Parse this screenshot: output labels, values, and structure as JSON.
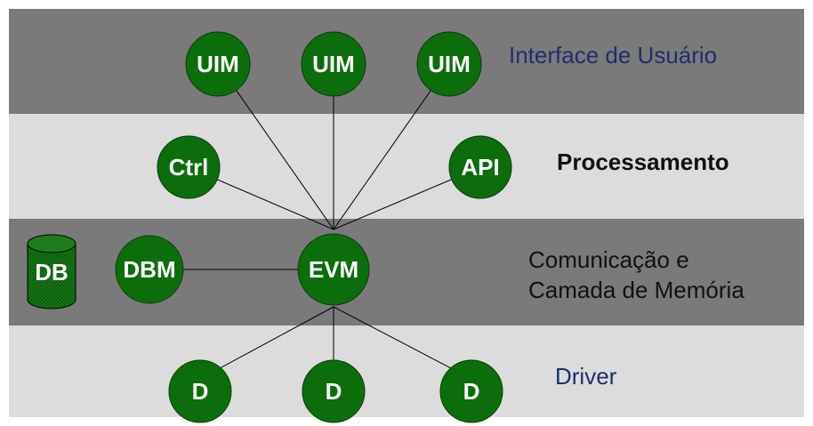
{
  "colors": {
    "band_dark": "#7a7a7a",
    "band_light": "#dcdcdc",
    "node_fill": "#0b6e0b",
    "node_text": "#ffffff",
    "label_dark": "#111111",
    "label_blue": "#1f2f6b"
  },
  "layers": {
    "interface": "Interface de Usuário",
    "processing": "Processamento",
    "communication_line1": "Comunicação e",
    "communication_line2": "Camada de Memória",
    "driver": "Driver"
  },
  "nodes": {
    "uim_left": "UIM",
    "uim_center": "UIM",
    "uim_right": "UIM",
    "ctrl": "Ctrl",
    "api": "API",
    "dbm": "DBM",
    "evm": "EVM",
    "db": "DB",
    "driver_left": "D",
    "driver_center": "D",
    "driver_right": "D"
  }
}
